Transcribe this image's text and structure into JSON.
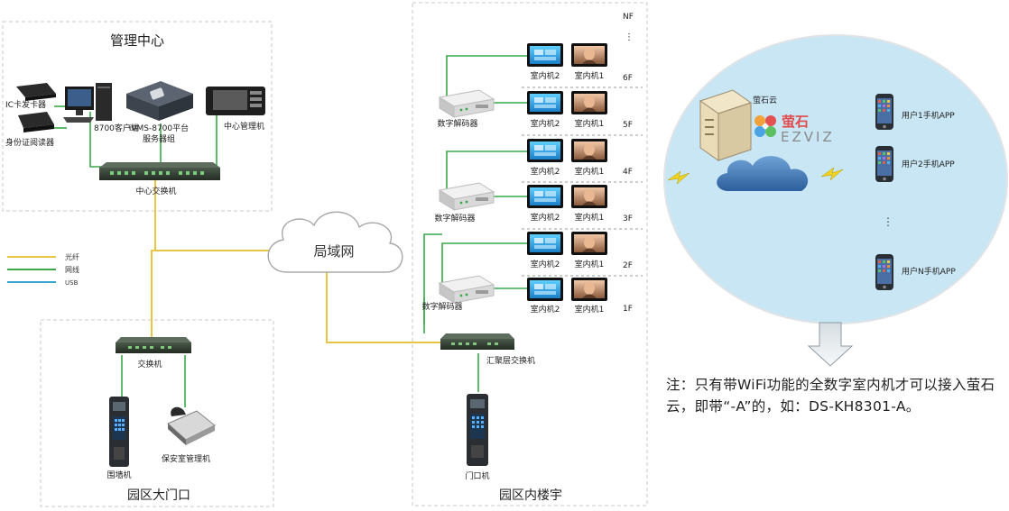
{
  "zones": {
    "management": "管理中心",
    "gate": "园区大门口",
    "building": "园区内楼宇"
  },
  "devices": {
    "ic_issuer": "IC卡发卡器",
    "id_reader": "身份证阅读器",
    "client_8700": "8700客户端",
    "ivms_line1": "iVMS-8700平台",
    "ivms_line2": "服务器组",
    "center_manager": "中心管理机",
    "center_switch": "中心交换机",
    "gate_switch": "交换机",
    "wall_unit": "围墙机",
    "guard_unit": "保安室管理机",
    "agg_switch": "汇聚层交换机",
    "door_unit": "门口机",
    "decoder": "数字解码器",
    "indoor1": "室内机1",
    "indoor2": "室内机2",
    "lan": "局域网",
    "cloud_name": "萤石云",
    "brand_cn": "萤石",
    "brand_en": "EZVIZ"
  },
  "floors": [
    "NF",
    "6F",
    "5F",
    "4F",
    "3F",
    "2F",
    "1F"
  ],
  "apps": [
    "用户1手机APP",
    "用户2手机APP",
    "用户N手机APP"
  ],
  "legend": [
    {
      "label": "光纤",
      "color": "#e8c547"
    },
    {
      "label": "网线",
      "color": "#3aa84a"
    },
    {
      "label": "USB",
      "color": "#3aa6cf"
    }
  ],
  "note": "注：只有带WiFi功能的全数字室内机才可以接入萤石云，即带“-A”的，如：DS-KH8301-A。"
}
